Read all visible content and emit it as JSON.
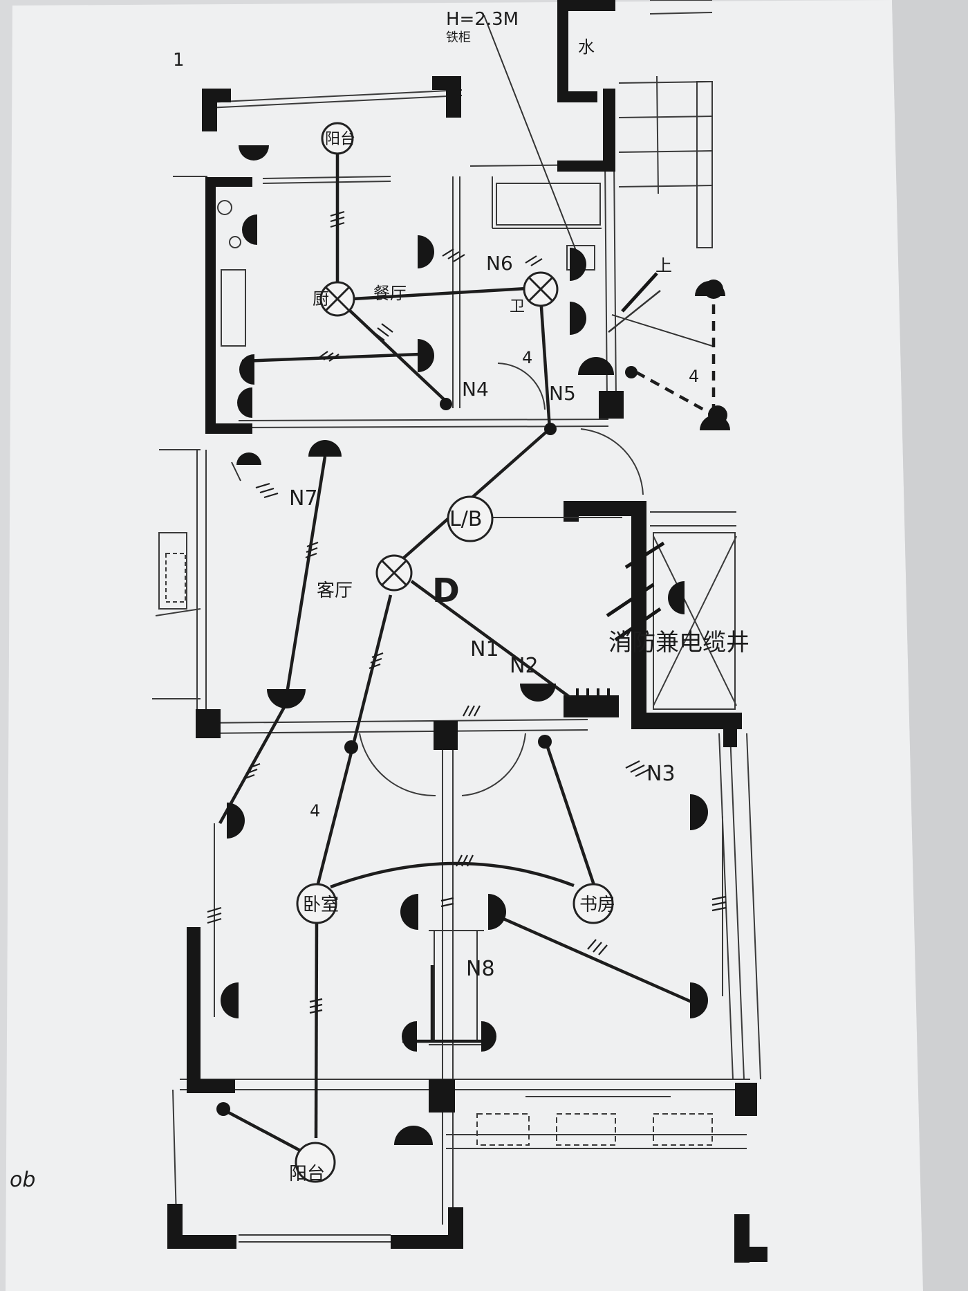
{
  "labels": {
    "height_note": "H=2.3M",
    "height_sub": "铁柜",
    "water": "水",
    "balcony_top": "阳台",
    "kitchen": "厨",
    "dining": "餐厅",
    "bath": "卫",
    "living": "客厅",
    "bedroom_left": "卧室",
    "bedroom_right": "书房",
    "balcony_bottom": "阳台",
    "panel": "L/B",
    "distribution_box": "D",
    "circuit_n1": "N1",
    "circuit_n2": "N2",
    "circuit_n3": "N3",
    "circuit_n4": "N4",
    "circuit_n5": "N5",
    "circuit_n6": "N6",
    "circuit_n7": "N7",
    "circuit_n8": "N8",
    "count_4_kitchen": "4",
    "count_4_stair": "4",
    "count_4_bedroom": "4",
    "stair_up": "上",
    "riser_note": "消防兼电缆井",
    "margin_note": "ob",
    "corner_mark": "1"
  },
  "colors": {
    "paper": "#f1f2f3",
    "ink": "#161616",
    "background": "#d9dadc"
  }
}
